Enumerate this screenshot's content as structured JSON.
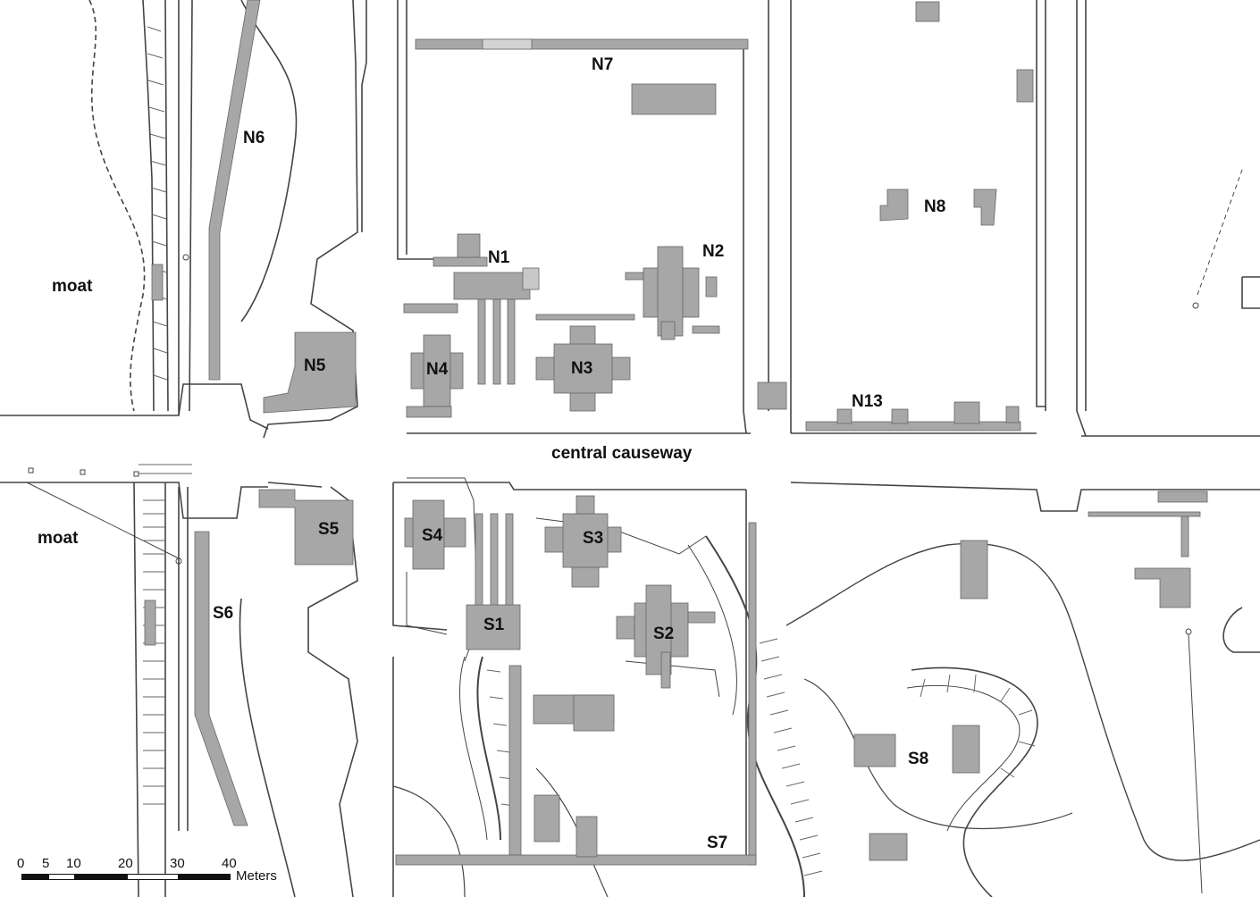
{
  "labels": {
    "moat_north": "moat",
    "moat_south": "moat",
    "central_causeway": "central causeway",
    "N1": "N1",
    "N2": "N2",
    "N3": "N3",
    "N4": "N4",
    "N5": "N5",
    "N6": "N6",
    "N7": "N7",
    "N8": "N8",
    "N13": "N13",
    "S1": "S1",
    "S2": "S2",
    "S3": "S3",
    "S4": "S4",
    "S5": "S5",
    "S6": "S6",
    "S7": "S7",
    "S8": "S8"
  },
  "scale_bar": {
    "ticks": [
      "0",
      "5",
      "10",
      "20",
      "30",
      "40"
    ],
    "unit": "Meters"
  },
  "colors": {
    "structure_fill": "#a7a7a7",
    "line_work": "#555555",
    "background": "#ffffff"
  }
}
